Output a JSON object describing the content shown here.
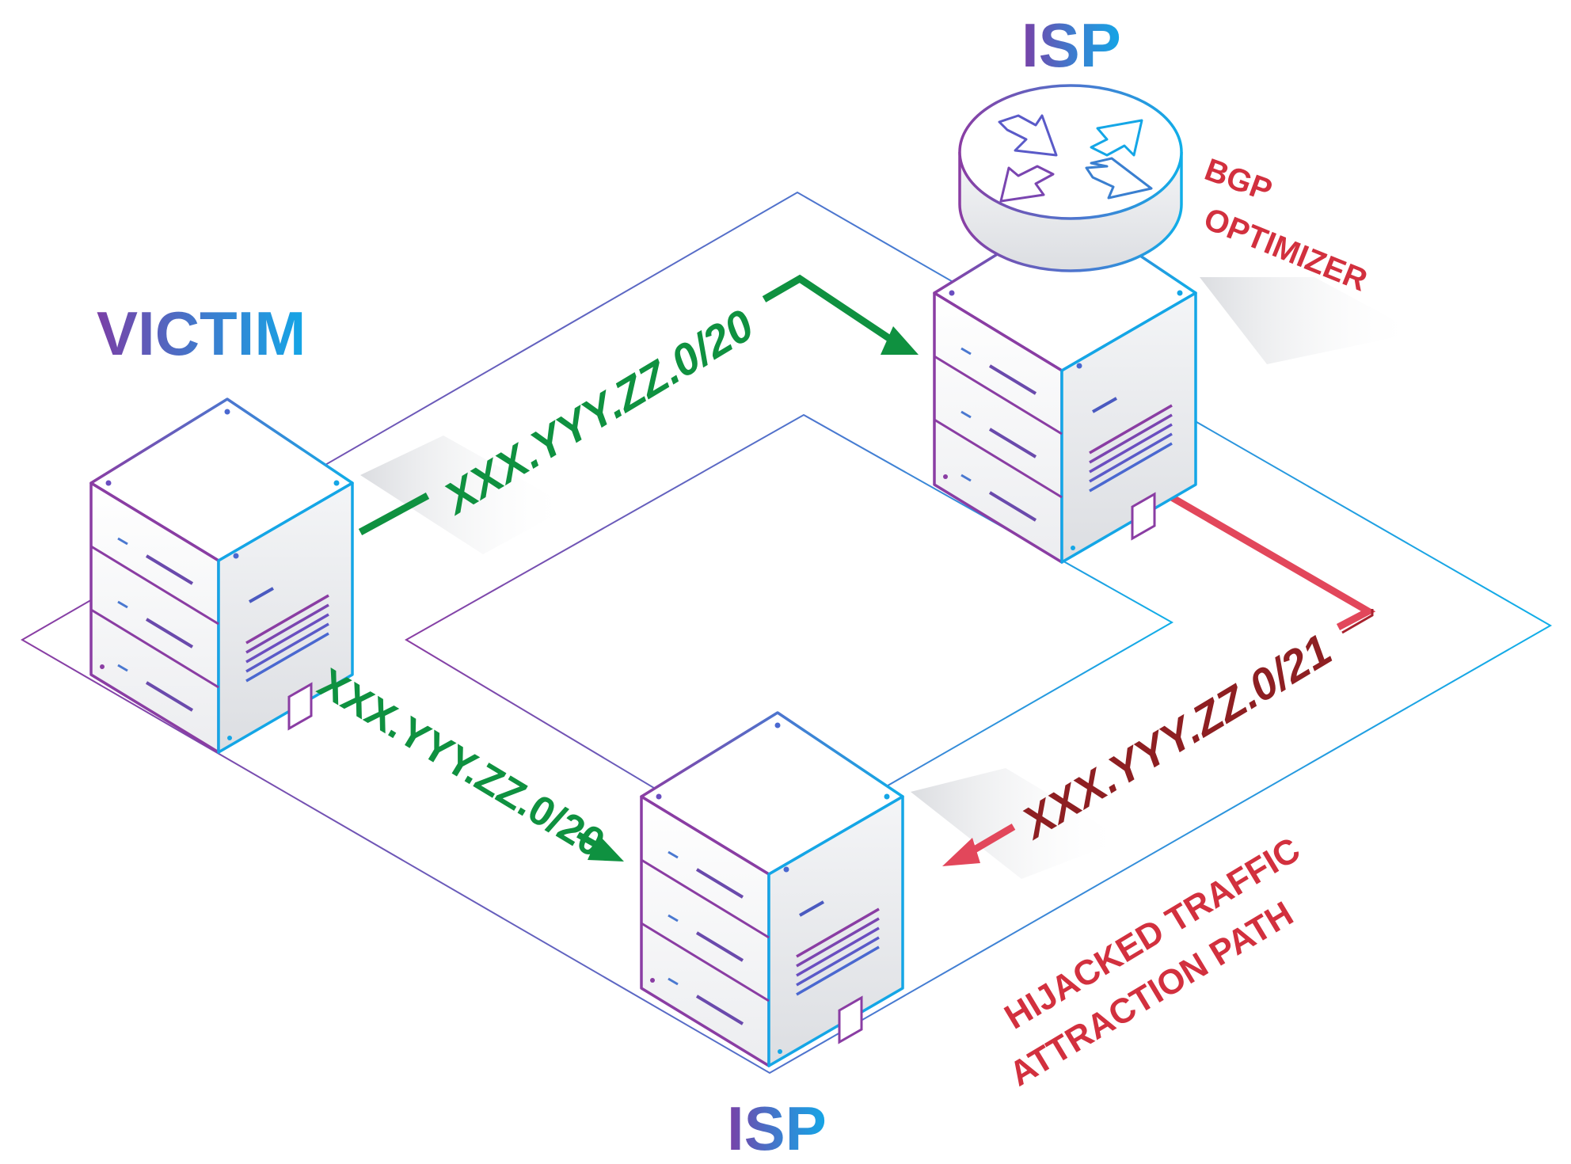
{
  "labels": {
    "isp_top": "ISP",
    "isp_bottom": "ISP",
    "victim": "VICTIM",
    "bgp_line1": "BGP",
    "bgp_line2": "OPTIMIZER",
    "route_victim_to_isp_top": "XXX.YYY.ZZ.0/20",
    "route_victim_to_isp_bottom": "XXX.YYY.ZZ.0/20",
    "route_hijack": "XXX.YYY.ZZ.0/21",
    "hijack_line1": "HIJACKED TRAFFIC",
    "hijack_line2": "ATTRACTION PATH"
  },
  "colors": {
    "legit_route": "#0f9140",
    "hijack_route": "#e2475b",
    "hijack_text": "#d2303e",
    "server_purple": "#7a3fa6",
    "server_blue": "#14a6e6"
  },
  "icons": {
    "router": "router-arrows-icon",
    "server": "server-rack-icon"
  }
}
